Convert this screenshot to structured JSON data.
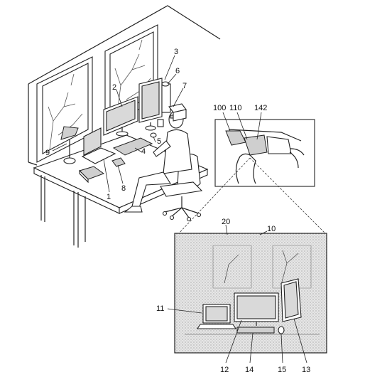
{
  "labels": {
    "n1": "1",
    "n2": "2",
    "n3": "3",
    "n4": "4",
    "n5": "5",
    "n6": "6",
    "n7": "7",
    "n8": "8",
    "n9": "9",
    "n10": "10",
    "n11": "11",
    "n12": "12",
    "n13": "13",
    "n14": "14",
    "n15": "15",
    "n20": "20",
    "n100": "100",
    "n110": "110",
    "n142": "142"
  }
}
